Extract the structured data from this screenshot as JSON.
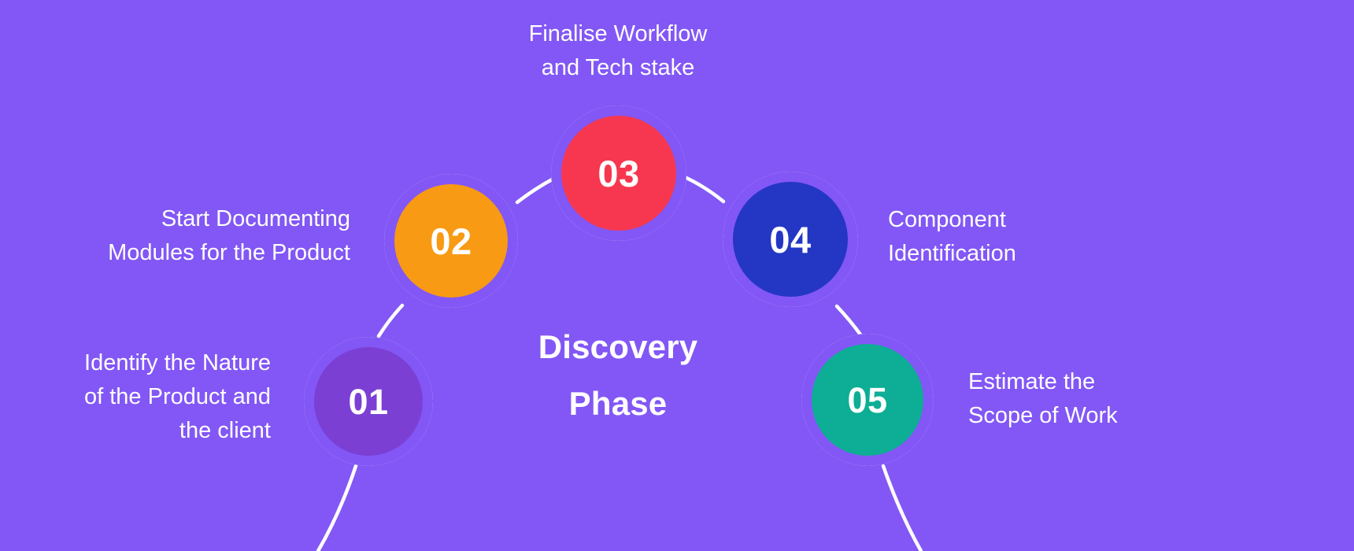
{
  "graphic": {
    "background_color": "#8257F5",
    "title": "Discovery\nPhase",
    "line_color": "#FFFFFF",
    "ring_color": "#FFFFFF",
    "label_color": "#FFFFFF"
  },
  "steps": [
    {
      "number": "01",
      "label": "Identify the Nature\nof the Product and\nthe client",
      "color": "#7B3FD4",
      "align": "right"
    },
    {
      "number": "02",
      "label": "Start Documenting\nModules for the Product",
      "color": "#F89A14",
      "align": "right"
    },
    {
      "number": "03",
      "label": "Finalise Workflow\nand Tech stake",
      "color": "#F7374F",
      "align": "center"
    },
    {
      "number": "04",
      "label": "Component\nIdentification",
      "color": "#2337C4",
      "align": "left"
    },
    {
      "number": "05",
      "label": "Estimate the\nScope of Work",
      "color": "#0DAE95",
      "align": "left"
    }
  ]
}
